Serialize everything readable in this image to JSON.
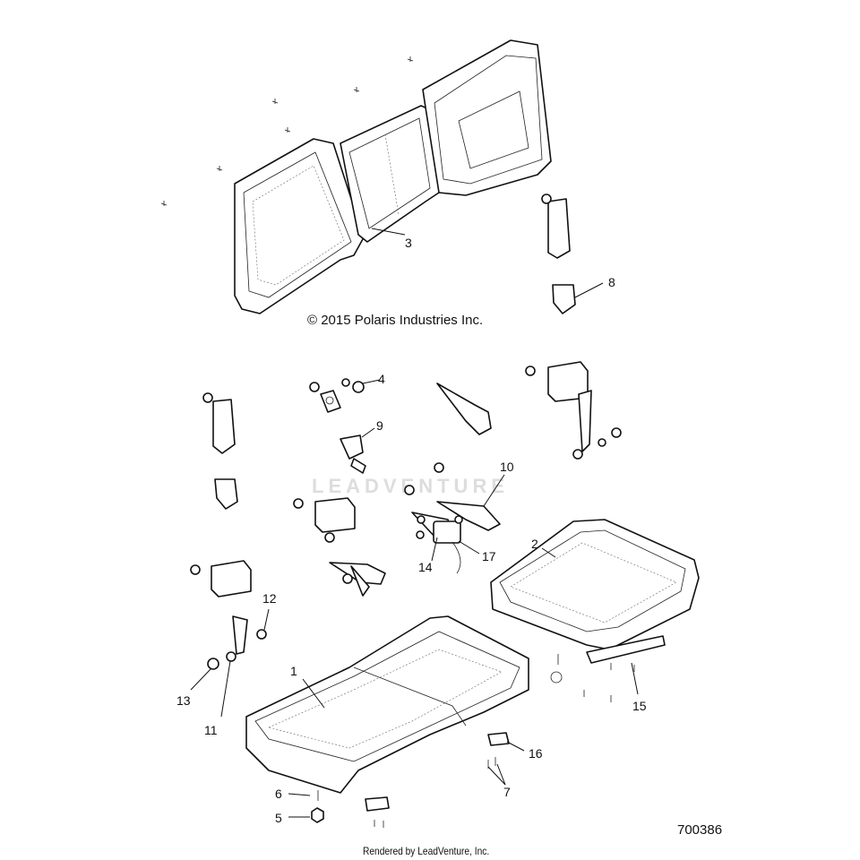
{
  "copyright": "© 2015 Polaris Industries Inc.",
  "diagram_id": "700386",
  "footer": "Rendered by LeadVenture, Inc.",
  "watermark": "LEADVENTURE",
  "callouts": {
    "c1": "1",
    "c2": "2",
    "c3": "3",
    "c4": "4",
    "c5": "5",
    "c6": "6",
    "c7": "7",
    "c8": "8",
    "c9": "9",
    "c10": "10",
    "c11": "11",
    "c12": "12",
    "c13": "13",
    "c14": "14",
    "c15": "15",
    "c16": "16",
    "c17": "17"
  }
}
